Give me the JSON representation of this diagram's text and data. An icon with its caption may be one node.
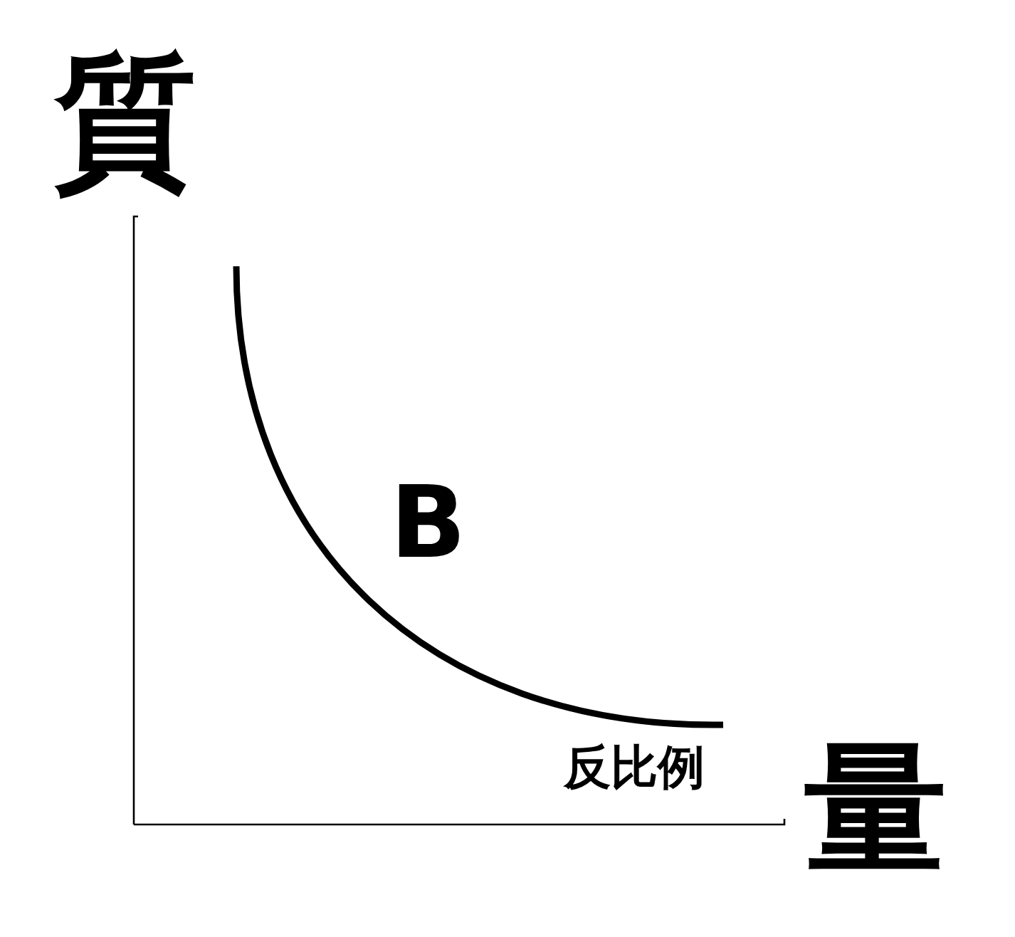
{
  "diagram": {
    "labels": [
      "質",
      "B",
      "反比例",
      "量"
    ]
  }
}
